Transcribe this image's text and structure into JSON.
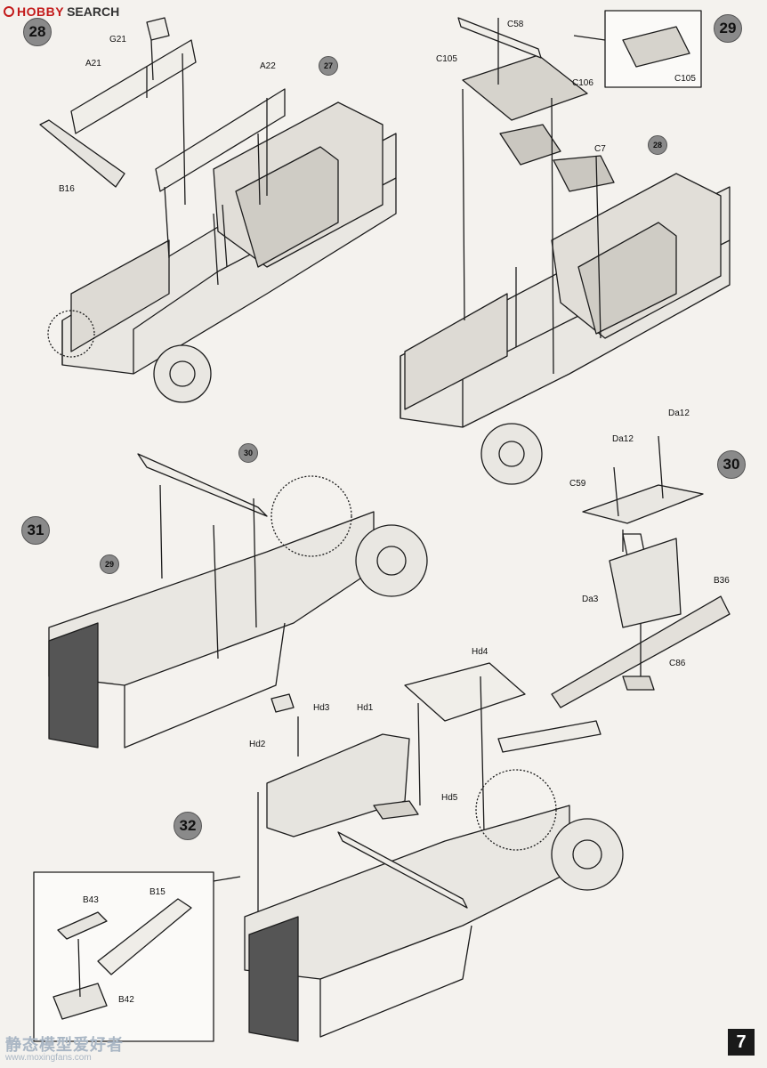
{
  "header": {
    "brand": "HOBBY",
    "brand_suffix": "SEARCH"
  },
  "steps": [
    {
      "number": "28",
      "name": "step-28"
    },
    {
      "number": "29",
      "name": "step-29"
    },
    {
      "number": "30",
      "name": "step-30"
    },
    {
      "number": "31",
      "name": "step-31"
    },
    {
      "number": "32",
      "name": "step-32"
    }
  ],
  "step_refs": {
    "ref_27": "27",
    "ref_28": "28",
    "ref_29": "29",
    "ref_30": "30"
  },
  "parts": {
    "step28": [
      "G21",
      "A21",
      "A22",
      "B16"
    ],
    "step29": [
      "C58",
      "C105",
      "C106",
      "C7",
      "C105"
    ],
    "step30": [
      "Da12",
      "Da12",
      "C59",
      "Da3",
      "B36",
      "C86"
    ],
    "step31": [
      "Hd4",
      "Hd3",
      "Hd1",
      "Hd2",
      "Hd5"
    ],
    "step32": [
      "B43",
      "B15",
      "B42"
    ]
  },
  "page_number": "7",
  "watermark": {
    "chinese": "静态模型爱好者",
    "url": "www.moxingfans.com"
  },
  "colors": {
    "brand_red": "#c31a1a",
    "step_circle": "#8a8a8a",
    "line": "#1c1c1c",
    "watermark": "#a9b6c4"
  }
}
